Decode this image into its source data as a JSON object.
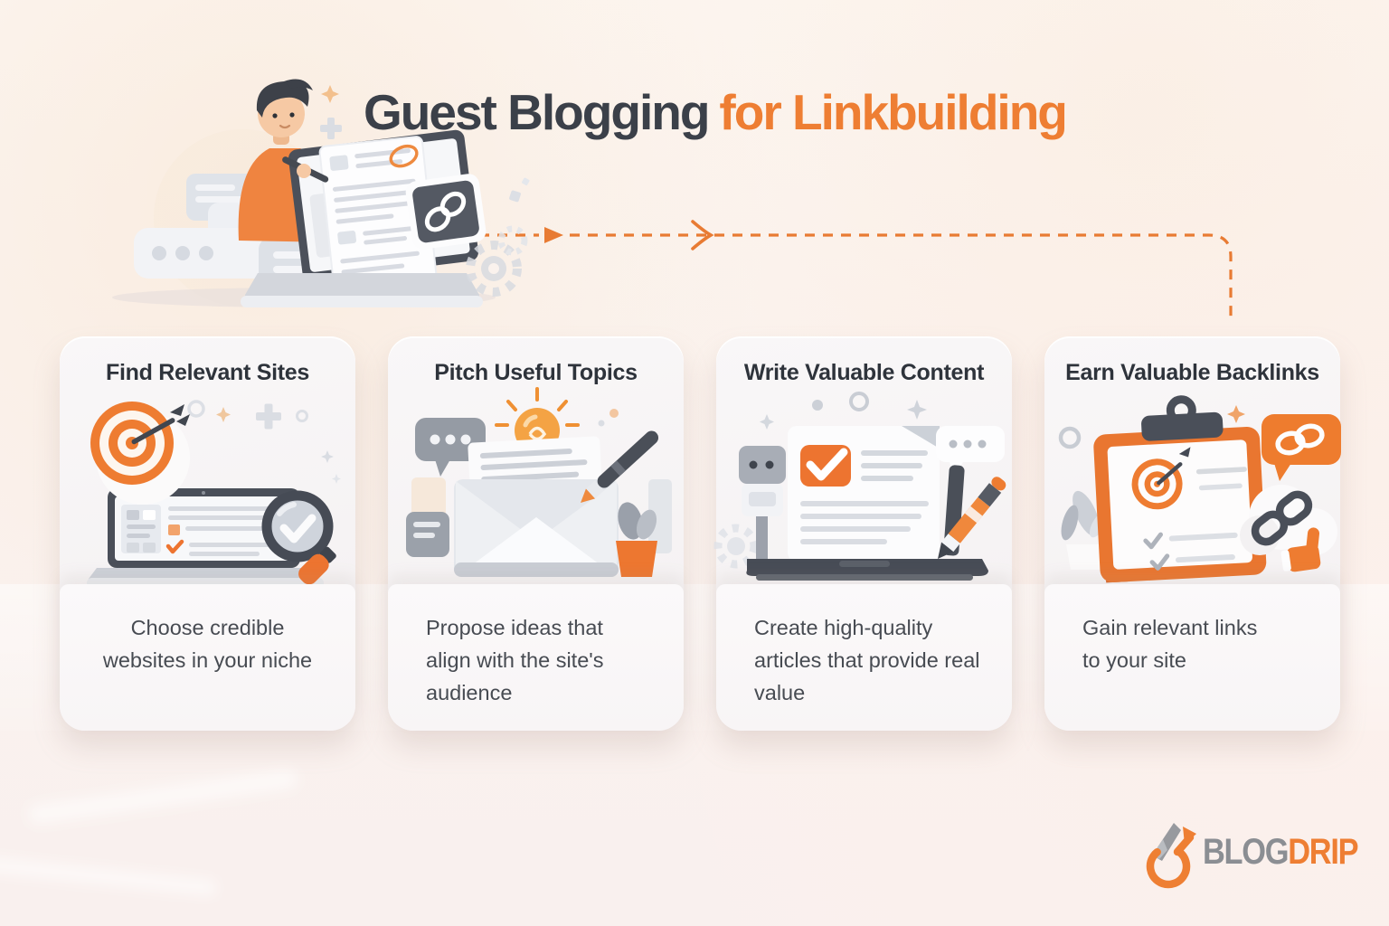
{
  "title": {
    "main": "Guest Blogging",
    "accent": "for Linkbuilding"
  },
  "steps": [
    {
      "heading": "Find Relevant Sites",
      "body": "Choose credible websites in your niche",
      "body_lines": [
        "Choose credible",
        "websites in your niche"
      ]
    },
    {
      "heading": "Pitch Useful Topics",
      "body": "Propose ideas that align with the site's audience",
      "body_lines": [
        "Propose ideas that",
        "align with the site's",
        "audience"
      ]
    },
    {
      "heading": "Write Valuable Content",
      "body": "Create high-quality articles that provide real value",
      "body_lines": [
        "Create high-quality",
        "articles that provide real",
        "value"
      ]
    },
    {
      "heading": "Earn Valuable Backlinks",
      "body": "Gain relevant links to your site",
      "body_lines": [
        "Gain relevant links",
        "to your site"
      ]
    }
  ],
  "logo": {
    "word1": "BLOG",
    "word2": "DRIP"
  },
  "colors": {
    "accent_orange": "#ee7c31",
    "title_dark": "#3b4049",
    "heading_dark": "#2e333b",
    "body_text": "#474b52",
    "background": "#faf2ee",
    "card_top": "#f6f3f4",
    "card_bottom": "#fbf9fa",
    "illustration_dark": "#4a4f59",
    "illustration_gray": "#c9cdd5",
    "logo_gray": "#8b8e93"
  },
  "icons": {
    "writer-illustration": "person writing on giant laptop",
    "chain-link-icon": "interlocked link loops",
    "flow-arrow-icon": "dashed orange arrow right then down",
    "target-icon": "bullseye with dart",
    "laptop-icon": "laptop with webpage",
    "magnifier-check-icon": "magnifying glass with checkmark",
    "speech-bubble-icon": "bubble with three dots",
    "lightbulb-icon": "glowing idea bulb",
    "envelope-icon": "open envelope with letter",
    "pen-icon": "ballpoint pen",
    "document-check-icon": "article page with orange checkbox",
    "pencil-icon": "orange pencil",
    "clipboard-icon": "easel clipboard with clip",
    "thumbs-up-icon": "thumb up hand",
    "plant-icon": "potted plant",
    "gear-icon": "cogwheel"
  }
}
